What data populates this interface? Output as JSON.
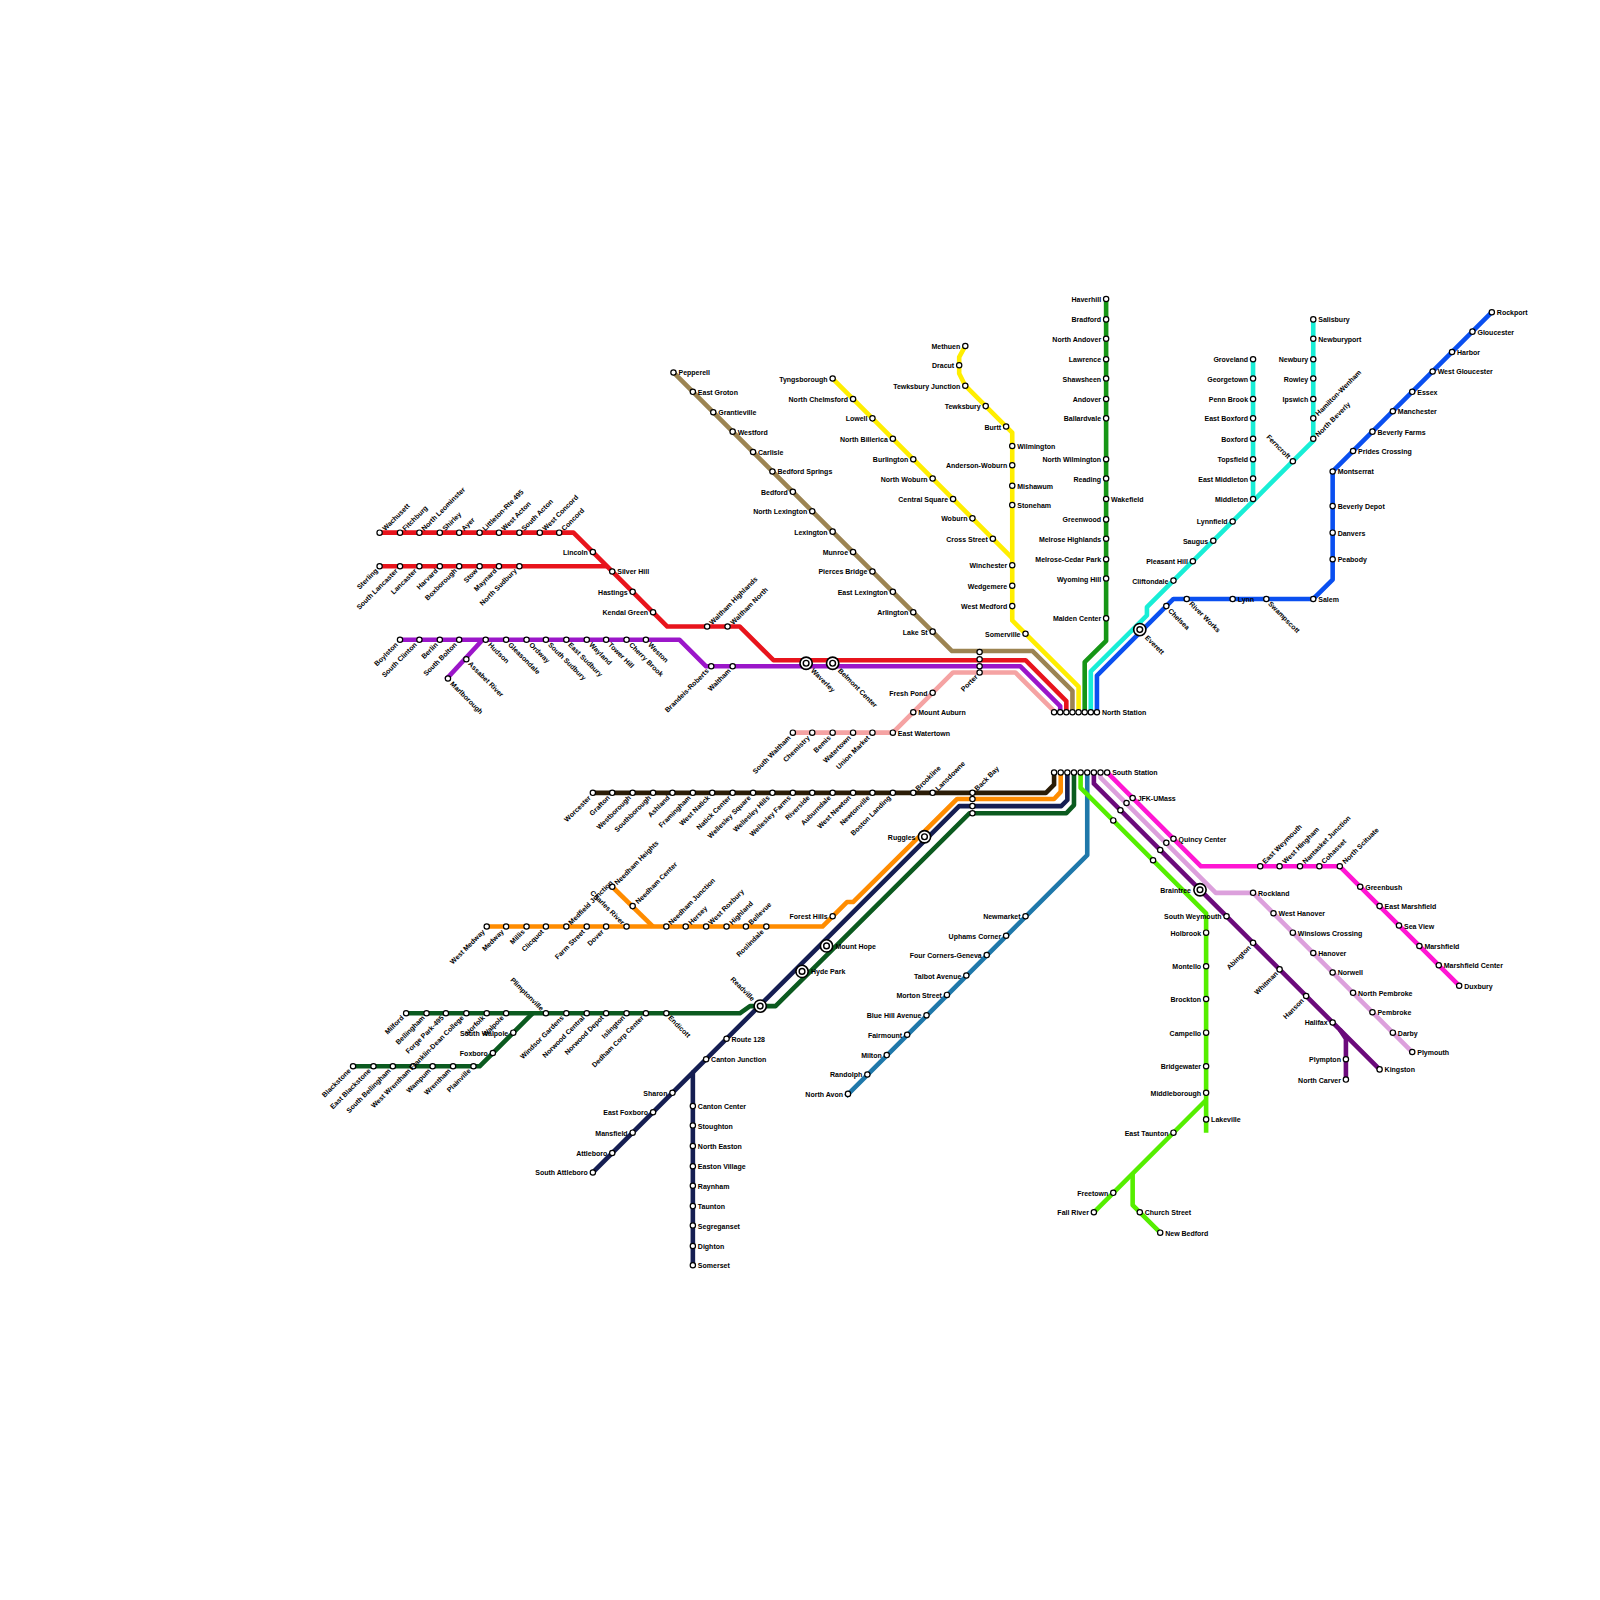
{
  "diagram": {
    "labels": [
      "North Station",
      "Haverhill",
      "Bradford",
      "North Andover",
      "Lawrence",
      "Shawsheen",
      "Andover",
      "Ballardvale",
      "North Wilmington",
      "Reading",
      "Wakefield",
      "Greenwood",
      "Melrose Highlands",
      "Melrose-Cedar Park",
      "Wyoming Hill",
      "Malden Center",
      "Tyngsborough",
      "North Chelmsford",
      "Lowell",
      "North Billerica",
      "Burlington",
      "North Woburn",
      "Central Square",
      "Woburn",
      "Cross Street",
      "Methuen",
      "Dracut",
      "Tewksbury Junction",
      "Tewksbury",
      "Burtt",
      "Wilmington",
      "Anderson-Woburn",
      "Mishawum",
      "Stoneham",
      "Winchester",
      "Wedgemere",
      "West Medford",
      "Somerville",
      "Pepperell",
      "East Groton",
      "Grantieville",
      "Westford",
      "Carlisle",
      "Bedford Springs",
      "Bedford",
      "North Lexington",
      "Lexington",
      "Munroe",
      "Pierces Bridge",
      "East Lexington",
      "Arlington",
      "Lake St",
      "Porter",
      "Wachusett",
      "Fitchburg",
      "North Leominster",
      "Shirley",
      "Ayer",
      "Littleton-Rte 495",
      "West Acton",
      "South Acton",
      "West Concord",
      "Concord",
      "Sterling",
      "South Lancaster",
      "Lancaster",
      "Harvard",
      "Boxborough",
      "Stow",
      "Maynard",
      "North Sudbury",
      "Lincoln",
      "Silver Hill",
      "Hastings",
      "Kendal Green",
      "Waltham Highlands",
      "Waltham North",
      "Boylston",
      "South Clinton",
      "Berlin",
      "South Bolton",
      "Hudson",
      "Assabet River",
      "Marlborough",
      "Gleasondale",
      "Ordway",
      "South Sudbury",
      "East Sudbury",
      "Wayland",
      "Tower Hill",
      "Cherry Brook",
      "Weston",
      "Brandeis-Roberts",
      "Waltham",
      "Waverley",
      "Belmont Center",
      "South Waltham",
      "Chemistry",
      "Bemis",
      "Watertown",
      "Union Market",
      "East Watertown",
      "Mount Auburn",
      "Fresh Pond",
      "Salisbury",
      "Newburyport",
      "Newbury",
      "Rowley",
      "Ipswich",
      "Hamilton-Wenham",
      "North Beverly",
      "Ferncroft",
      "Groveland",
      "Georgetown",
      "Penn Brook",
      "East Boxford",
      "Boxford",
      "Topsfield",
      "East Middleton",
      "Middleton",
      "Lynnfield",
      "Saugus",
      "Pleasant Hill",
      "Cliftondale",
      "Rockport",
      "Gloucester",
      "Harbor",
      "West Gloucester",
      "Essex",
      "Manchester",
      "Beverly Farms",
      "Prides Crossing",
      "Montserrat",
      "Beverly Depot",
      "Danvers",
      "Peabody",
      "Salem",
      "Swampscott",
      "Lynn",
      "River Works",
      "Chelsea",
      "Everett",
      "South Station",
      "Worcester",
      "Grafton",
      "Westborough",
      "Southborough",
      "Ashland",
      "Framingham",
      "West Natick",
      "Natick Center",
      "Wellesley Square",
      "Wellesley Hills",
      "Wellesley Farms",
      "Riverside",
      "Auburndale",
      "West Newton",
      "Newtonville",
      "Boston Landing",
      "Brookline",
      "Lansdowne",
      "Back Bay",
      "Needham Heights",
      "Needham Center",
      "West Medway",
      "Medway",
      "Millis",
      "Clicquot",
      "Medfield Junction",
      "Farm Street",
      "Dover",
      "Charles River",
      "Needham Junction",
      "Hersey",
      "West Roxbury",
      "Highland",
      "Bellevue",
      "Roslindale",
      "Forest Hills",
      "Ruggles",
      "South Attleboro",
      "Attleboro",
      "Mansfield",
      "East Foxboro",
      "Sharon",
      "Canton Center",
      "Stoughton",
      "North Easton",
      "Easton Village",
      "Raynham",
      "Taunton",
      "Segreganset",
      "Dighton",
      "Somerset",
      "Canton Junction",
      "Route 128",
      "Readville",
      "Hyde Park",
      "Mount Hope",
      "Milford",
      "Bellingham",
      "Forge Park-495",
      "Franklin-Dean College",
      "Norfolk",
      "Walpole",
      "Plimptonville",
      "South Walpole",
      "Foxboro",
      "Blackstone",
      "East Blackstone",
      "South Bellingham",
      "West Wrentham",
      "Wampum",
      "Wrentham",
      "Plainville",
      "Windsor Gardens",
      "Norwood Central",
      "Norwood Depot",
      "Islington",
      "Dedham Corp Center",
      "Endicott",
      "North Avon",
      "Randolph",
      "Milton",
      "Fairmount",
      "Blue Hill Avenue",
      "Morton Street",
      "Talbot Avenue",
      "Four Corners-Geneva",
      "Uphams Corner",
      "Newmarket",
      "JFK-UMass",
      "Quincy Center",
      "Braintree",
      "Holbrook",
      "Montello",
      "Brockton",
      "Campello",
      "Bridgewater",
      "Middleborough",
      "Lakeville",
      "East Taunton",
      "Freetown",
      "Fall River",
      "Church Street",
      "New Bedford",
      "East Weymouth",
      "West Hingham",
      "Nantasket Junction",
      "Cohasset",
      "North Scituate",
      "Greenbush",
      "East Marshfield",
      "Sea View",
      "Marshfield",
      "Marshfield Center",
      "Duxbury",
      "Rockland",
      "West Hanover",
      "Winslows Crossing",
      "Hanover",
      "Norwell",
      "North Pembroke",
      "Pembroke",
      "Darby",
      "Plymouth",
      "South Weymouth",
      "Abington",
      "Whitman",
      "Hanson",
      "Halifax",
      "Kingston",
      "Plympton",
      "North Carver"
    ]
  }
}
